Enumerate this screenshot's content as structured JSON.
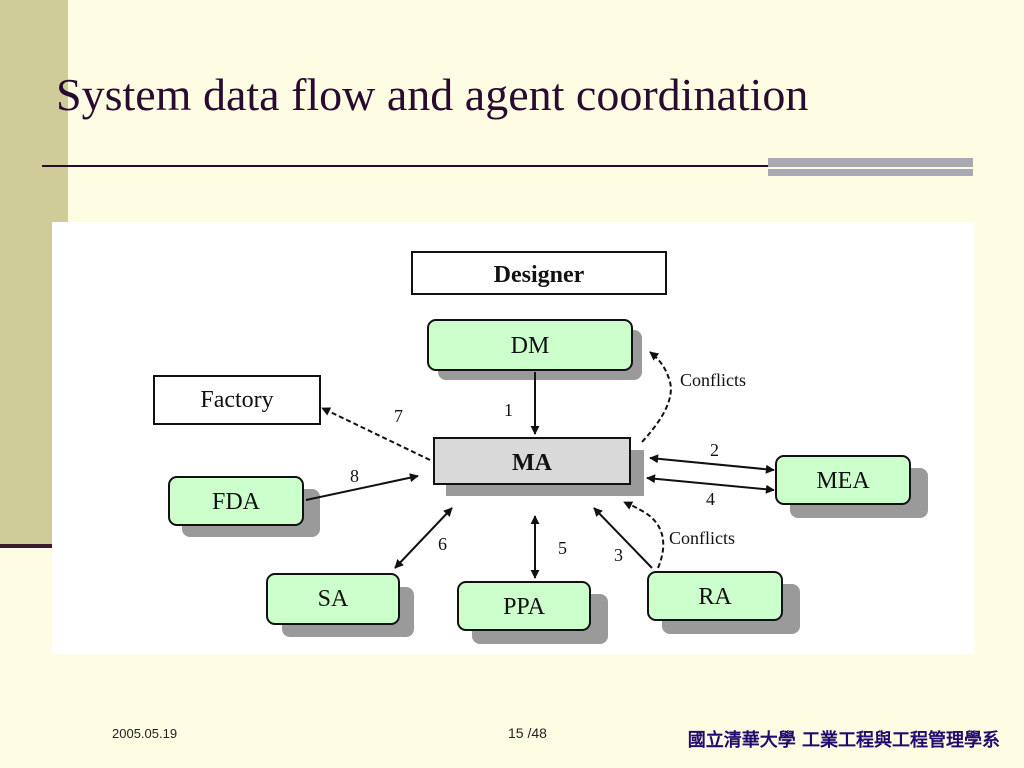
{
  "slide": {
    "title": "System data flow and agent coordination"
  },
  "diagram": {
    "nodes": {
      "designer": "Designer",
      "dm": "DM",
      "factory": "Factory",
      "ma": "MA",
      "fda": "FDA",
      "mea": "MEA",
      "sa": "SA",
      "ppa": "PPA",
      "ra": "RA"
    },
    "edge_labels": {
      "e1": "1",
      "e2": "2",
      "e3": "3",
      "e4": "4",
      "e5": "5",
      "e6": "6",
      "e7": "7",
      "e8": "8",
      "conflicts_top": "Conflicts",
      "conflicts_bottom": "Conflicts"
    },
    "colors": {
      "agent_fill": "#ccffcc",
      "external_fill": "#ffffff",
      "ma_fill": "#d9d9d9",
      "shadow": "#9a9a9a"
    }
  },
  "footer": {
    "date": "2005.05.19",
    "page": "15 /48",
    "org": "國立清華大學  工業工程與工程管理學系"
  }
}
